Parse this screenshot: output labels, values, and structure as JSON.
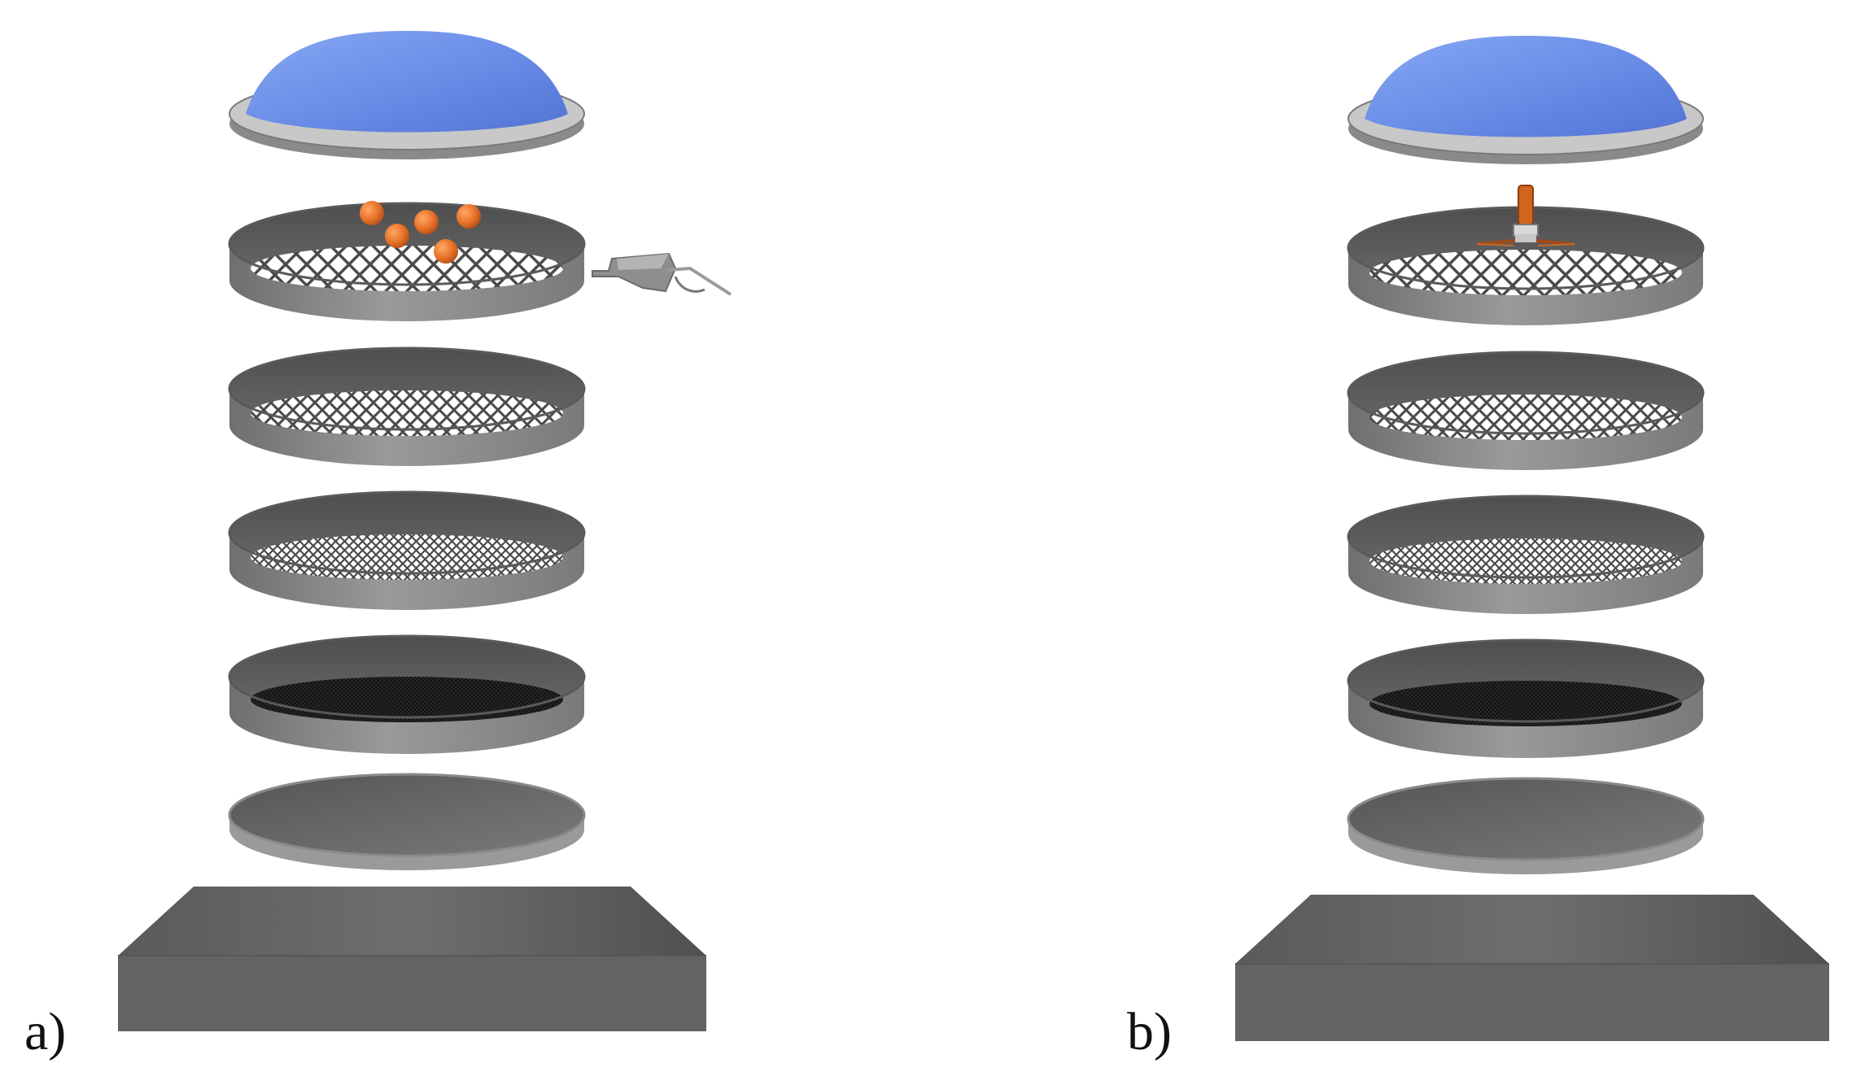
{
  "panels": [
    {
      "label": "a)",
      "agitation": "balls",
      "layers": [
        "lid",
        "sieve-coarse",
        "sieve-medium",
        "sieve-fine",
        "sieve-finest",
        "pan",
        "shaker-base"
      ],
      "accessory": "tool"
    },
    {
      "label": "b)",
      "agitation": "brush",
      "layers": [
        "lid",
        "sieve-coarse",
        "sieve-medium",
        "sieve-fine",
        "sieve-finest",
        "pan",
        "shaker-base"
      ]
    }
  ],
  "colors": {
    "lid_dome": "#6e8fe6",
    "sieve_wall": "#8c8c8c",
    "mesh": "#ffffff",
    "balls": "#e8732a",
    "base": "#5f5f5f"
  }
}
